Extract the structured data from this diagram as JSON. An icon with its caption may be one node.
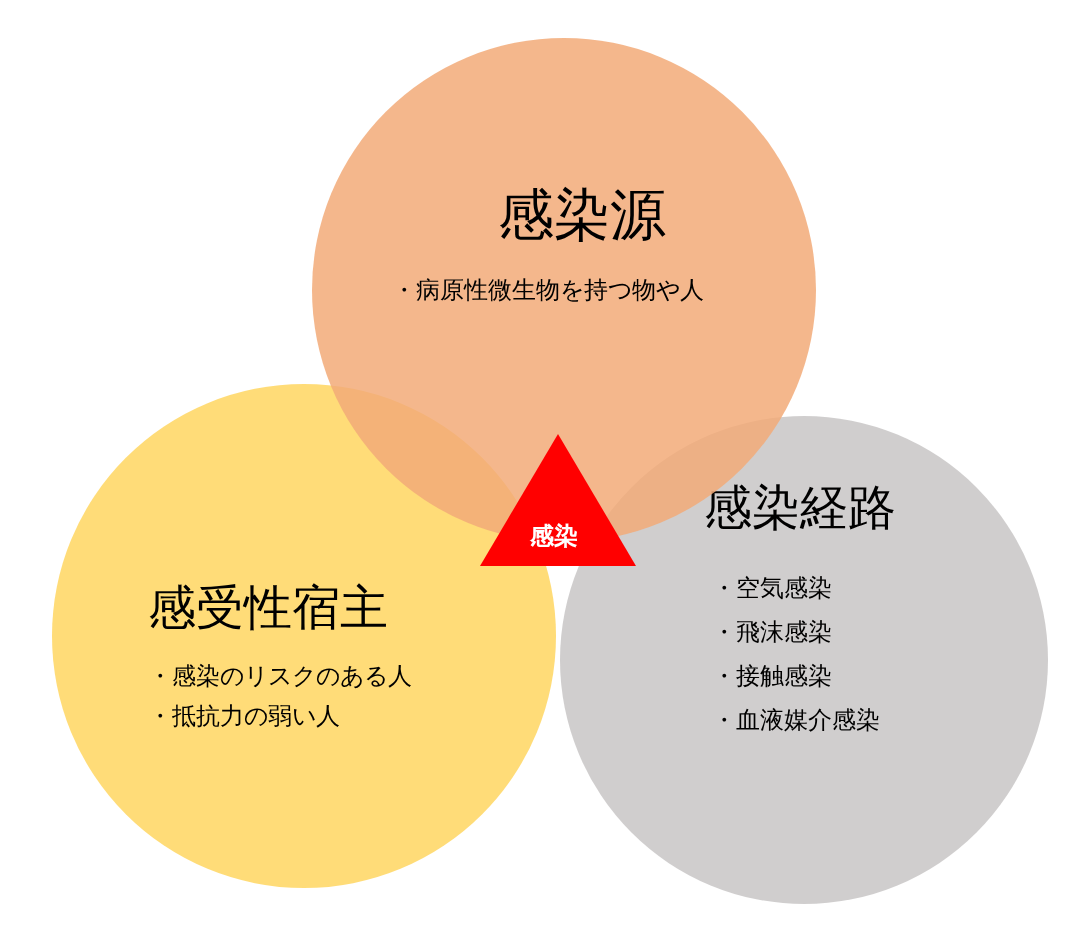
{
  "diagram": {
    "nodes": [
      {
        "text": [
          "感染源",
          "・病原性微生物を持つ物や人"
        ]
      },
      {
        "text": [
          "感受性宿主",
          "・感染のリスクのある人",
          "・抵抗力の弱い人"
        ]
      },
      {
        "text": [
          "感染経路",
          "・空気感染",
          "・飛沫感染",
          "・接触感染",
          "・血液媒介感染"
        ]
      },
      {
        "text": [
          "感染"
        ]
      }
    ],
    "edges": []
  }
}
